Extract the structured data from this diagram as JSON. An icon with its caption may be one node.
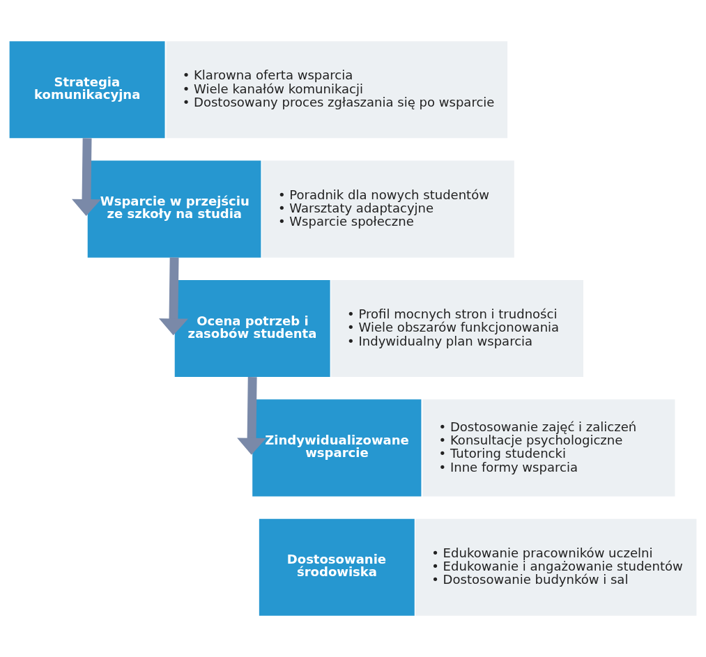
{
  "diagram": {
    "nodes": [
      {
        "text": [
          "Strategia komunikacyjna"
        ]
      },
      {
        "text": [
          "• Klarowna oferta wsparcia",
          "• Wiele kanałów komunikacji",
          "• Dostosowany proces zgłaszania się po wsparcie"
        ]
      },
      {
        "text": [
          "Wsparcie w przejściu ze szkoły na studia"
        ]
      },
      {
        "text": [
          "• Poradnik dla nowych studentów",
          "• Warsztaty adaptacyjne",
          "• Wsparcie społeczne"
        ]
      },
      {
        "text": [
          "Ocena potrzeb i zasobów studenta"
        ]
      },
      {
        "text": [
          "• Profil mocnych stron i trudności",
          "• Wiele obszarów funkcjonowania",
          "• Indywidualny plan wsparcia"
        ]
      },
      {
        "text": [
          "Zindywidualizowane wsparcie"
        ]
      },
      {
        "text": [
          "• Dostosowanie zajęć i zaliczeń",
          "• Konsultacje psychologiczne",
          "• Tutoring studencki",
          "• Inne formy wsparcia"
        ]
      },
      {
        "text": [
          "Dostosowanie środowiska"
        ]
      },
      {
        "text": [
          "• Edukowanie pracowników uczelni",
          "• Edukowanie i angażowanie studentów",
          "• Dostosowanie budynków i sal"
        ]
      }
    ],
    "edges": [
      {
        "from": 0,
        "to": 2,
        "arrow": "to"
      },
      {
        "from": 2,
        "to": 4,
        "arrow": "to"
      },
      {
        "from": 4,
        "to": 6,
        "arrow": "to"
      }
    ]
  }
}
